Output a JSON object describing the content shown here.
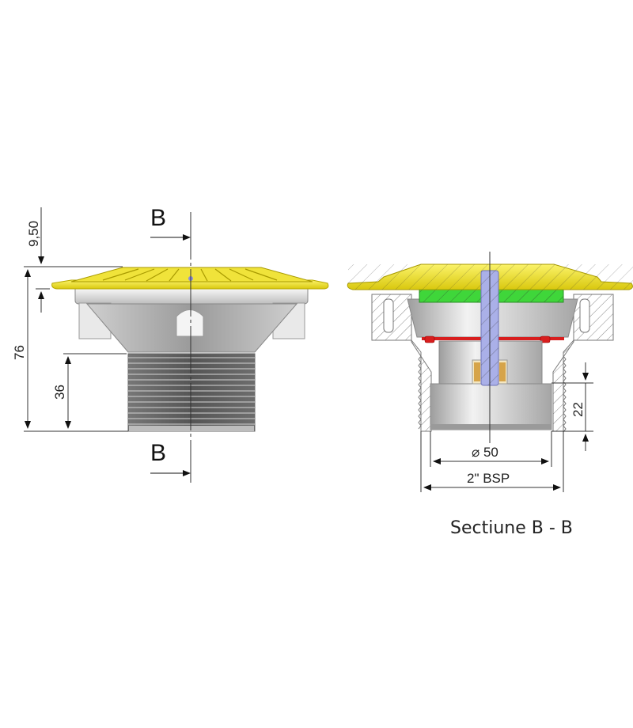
{
  "left_view": {
    "section_marker_top": "B",
    "section_marker_bottom": "B",
    "dimensions": {
      "grate_height": "9,50",
      "total_height": "76",
      "thread_length": "36"
    }
  },
  "section_view": {
    "dimensions": {
      "outlet_height": "22",
      "inner_diameter": "⌀ 50",
      "thread_size": "2\" BSP"
    }
  },
  "caption": "Sectiune B - B",
  "colors": {
    "grate_yellow": "#f2e21c",
    "insert_green": "#3fd63a",
    "seal_red": "#d81e1e",
    "bolt_lavender": "#aab0e8",
    "body_grey": "#b9b9b9",
    "thread_dark": "#5c5c5c"
  }
}
